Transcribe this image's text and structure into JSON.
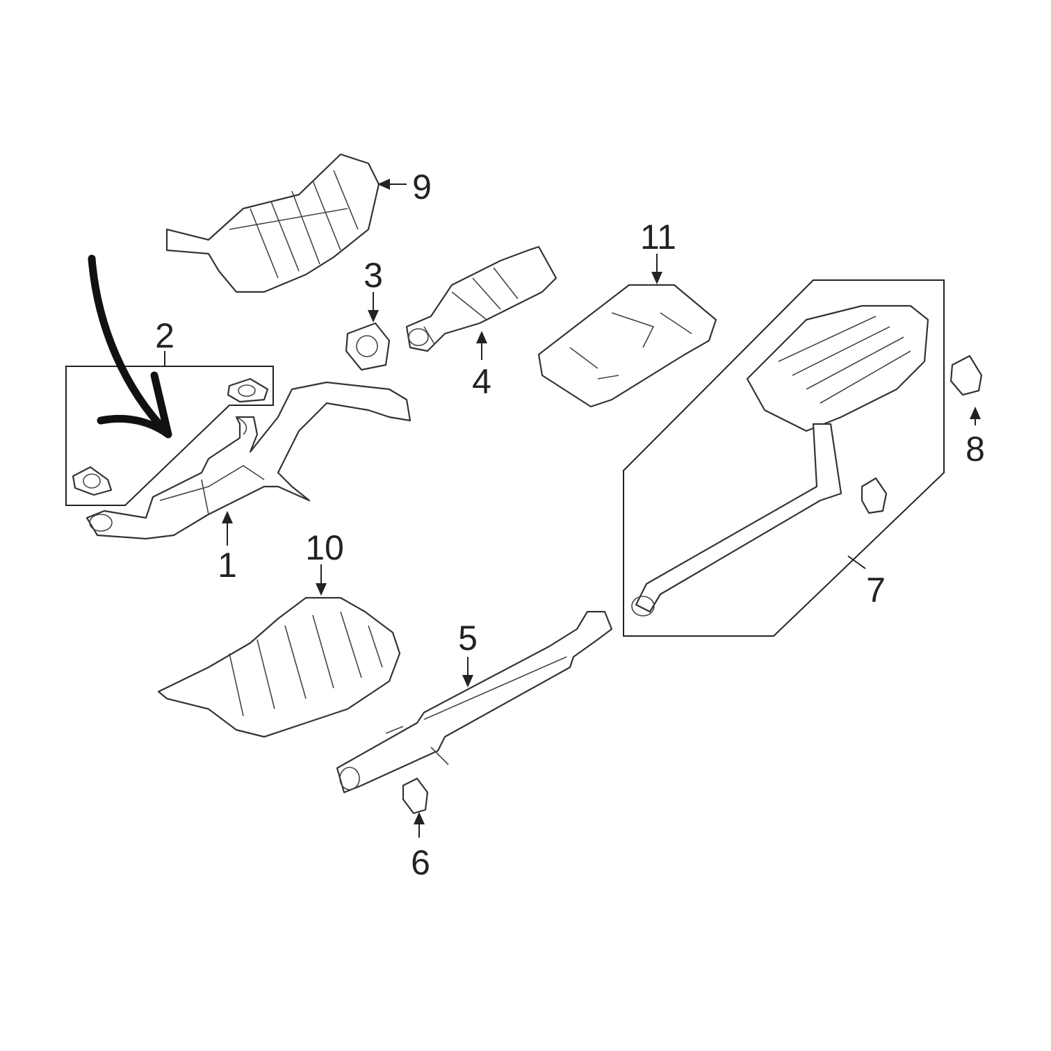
{
  "diagram": {
    "callouts": [
      "1",
      "2",
      "3",
      "4",
      "5",
      "6",
      "7",
      "8",
      "9",
      "10",
      "11"
    ],
    "annotation_arrow_color": "#111111",
    "line_color": "#333333"
  }
}
